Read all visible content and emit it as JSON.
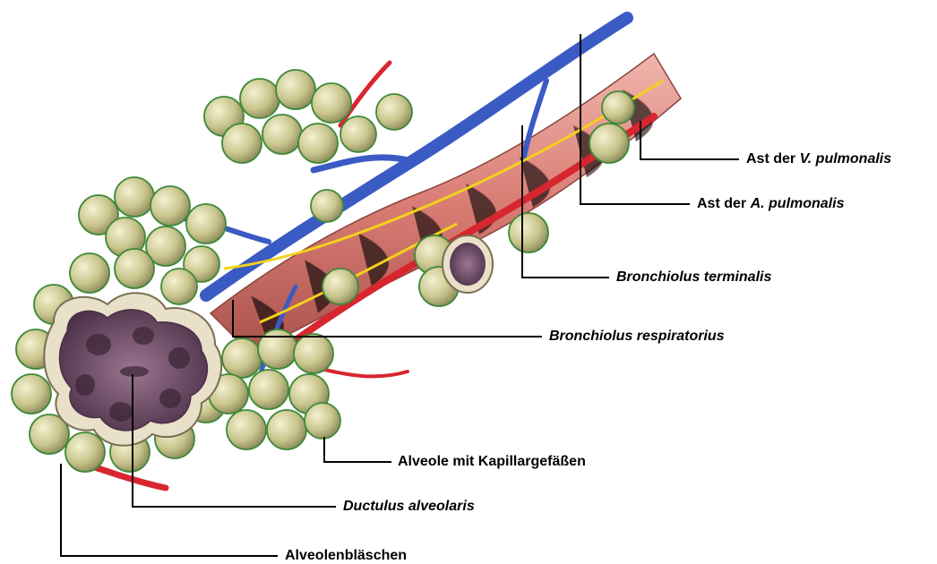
{
  "labels": {
    "v_pulmonalis": {
      "prefix": "Ast der ",
      "italic": "V. pulmonalis"
    },
    "a_pulmonalis": {
      "prefix": "Ast der ",
      "italic": "A. pulmonalis"
    },
    "bronch_term": {
      "prefix": "",
      "italic": "Bronchiolus terminalis"
    },
    "bronch_resp": {
      "prefix": "",
      "italic": "Bronchiolus respiratorius"
    },
    "alveole": {
      "prefix": "Alveole mit Kapillargefäßen",
      "italic": ""
    },
    "ductulus": {
      "prefix": "",
      "italic": "Ductulus alveolaris"
    },
    "alveolen": {
      "prefix": "Alveolenbläschen",
      "italic": ""
    }
  },
  "colors": {
    "vein": "#3b5bc4",
    "artery": "#d8262e",
    "nerve": "#f2d21a",
    "alveolus": "#c9c58c",
    "alveolus_grid": "#3f8a3a",
    "bronchus_muscle": "#e49a92",
    "lumen": "#6e4a66"
  }
}
